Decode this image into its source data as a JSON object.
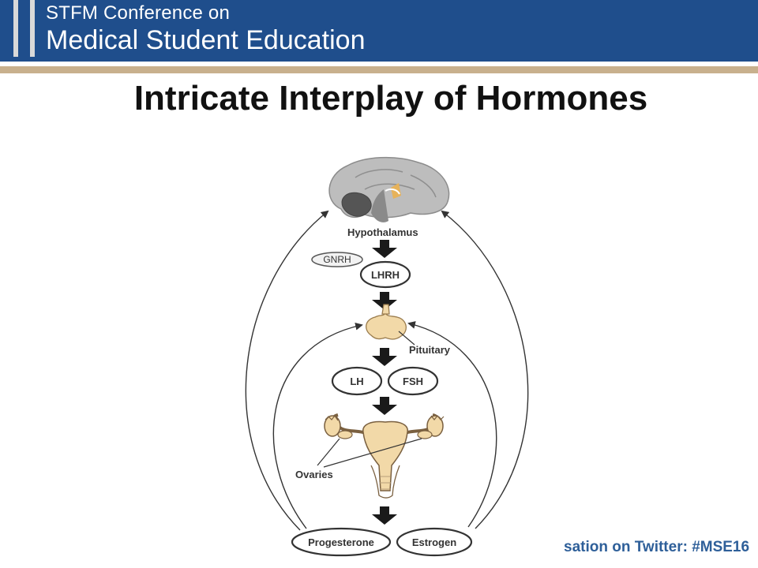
{
  "header": {
    "line1": "STFM Conference on",
    "line2": "Medical Student Education",
    "background": "#1f4e8c",
    "accent": "#c8b08d"
  },
  "slide": {
    "title": "Intricate Interplay of Hormones"
  },
  "diagram": {
    "labels": {
      "hypothalamus": "Hypothalamus",
      "gnrh": "GNRH",
      "lhrh": "LHRH",
      "pituitary": "Pituitary",
      "lh": "LH",
      "fsh": "FSH",
      "ovaries": "Ovaries",
      "progesterone": "Progesterone",
      "estrogen": "Estrogen"
    }
  },
  "footer": {
    "text": "sation on Twitter: #MSE16"
  }
}
